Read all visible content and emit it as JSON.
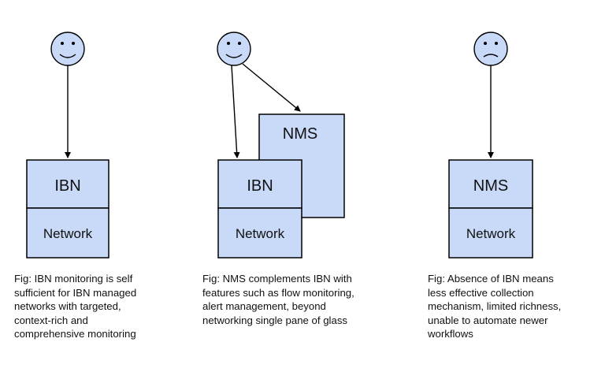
{
  "colors": {
    "face_fill": "#c9daf8",
    "box_fill": "#c9daf8",
    "stroke": "#000000"
  },
  "panels": [
    {
      "face": "smiley",
      "top_label": "IBN",
      "bottom_label": "Network",
      "caption_lines": [
        "Fig: IBN monitoring is self",
        "sufficient for IBN managed",
        "networks with targeted,",
        "context-rich and",
        "comprehensive monitoring"
      ]
    },
    {
      "face": "smiley",
      "top_label": "IBN",
      "bottom_label": "Network",
      "overlay_label": "NMS",
      "caption_lines": [
        "Fig: NMS complements IBN with",
        "features such as flow monitoring,",
        "alert management, beyond",
        "networking single pane of glass"
      ]
    },
    {
      "face": "frowny",
      "top_label": "NMS",
      "bottom_label": "Network",
      "caption_lines": [
        "Fig: Absence of IBN means",
        "less effective collection",
        "mechanism, limited richness,",
        "unable to automate newer",
        "workflows"
      ]
    }
  ]
}
